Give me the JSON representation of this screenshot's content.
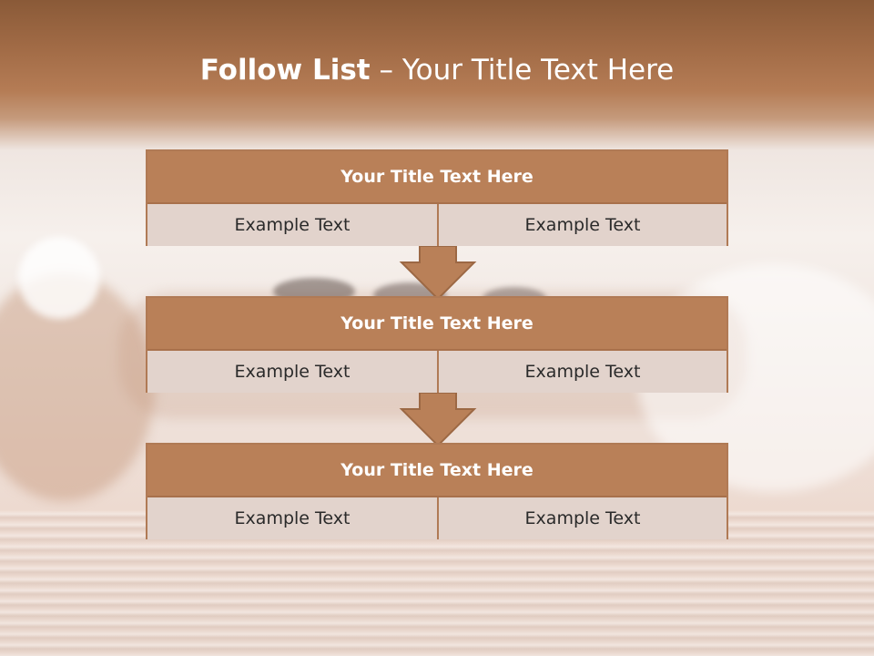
{
  "slide": {
    "title_bold": "Follow List",
    "title_rest": " – Your Title Text Here"
  },
  "boxes": [
    {
      "title": "Your Title Text Here",
      "left": "Example Text",
      "right": "Example Text"
    },
    {
      "title": "Your Title Text Here",
      "left": "Example Text",
      "right": "Example Text"
    },
    {
      "title": "Your Title Text Here",
      "left": "Example Text",
      "right": "Example Text"
    }
  ],
  "colors": {
    "header_bar": "#b98058",
    "cell_bg": "#e2d3cc",
    "border": "#b07a55",
    "arrow": "#b98058"
  }
}
